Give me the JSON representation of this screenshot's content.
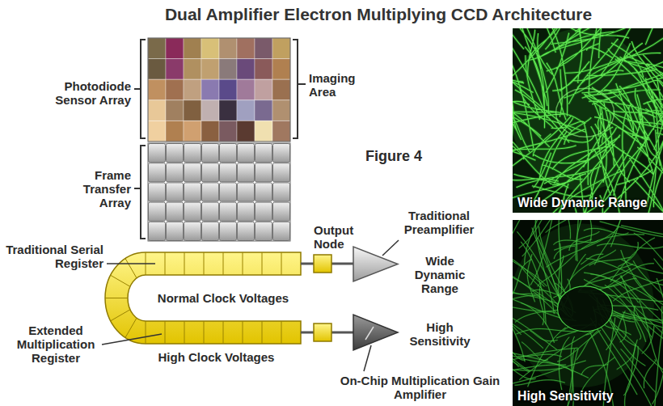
{
  "diagram": {
    "title": "Dual Amplifier Electron Multiplying CCD Architecture",
    "nodes": [
      {
        "text": [
          "Wide Dynamic Range"
        ]
      },
      {
        "text": [
          "High Sensitivity"
        ]
      }
    ],
    "labels": [
      "Photodiode Sensor Array",
      "Imaging Area",
      "Frame Transfer Array",
      "Figure 4",
      "Output Node",
      "Traditional Preamplifier",
      "Traditional Serial Register",
      "Wide Dynamic Range",
      "Normal Clock Voltages",
      "Extended Multiplication Register",
      "High Clock Voltages",
      "High Sensitivity",
      "On-Chip Multiplication Gain Amplifier"
    ]
  }
}
